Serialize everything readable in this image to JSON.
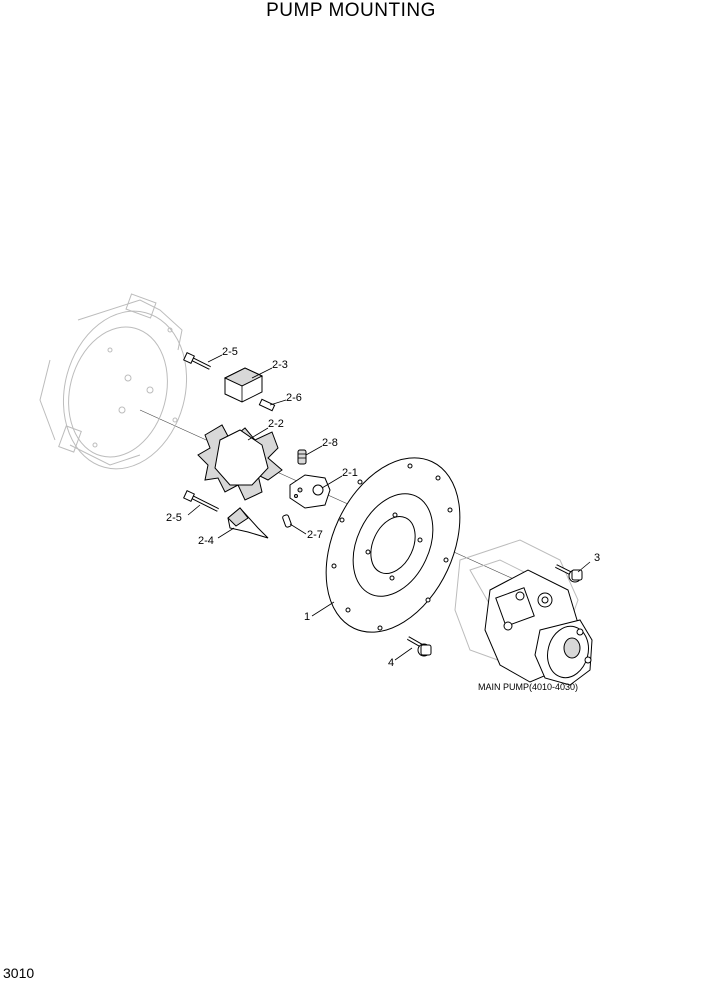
{
  "title": "PUMP MOUNTING",
  "page_number": "3010",
  "callouts": {
    "c2_5_top": "2-5",
    "c2_3": "2-3",
    "c2_6": "2-6",
    "c2_2": "2-2",
    "c2_8": "2-8",
    "c2_1": "2-1",
    "c2_5_bottom": "2-5",
    "c2_4": "2-4",
    "c2_7": "2-7",
    "c1": "1",
    "c3": "3",
    "c4": "4"
  },
  "pump_caption": "MAIN PUMP(4010-4030)"
}
